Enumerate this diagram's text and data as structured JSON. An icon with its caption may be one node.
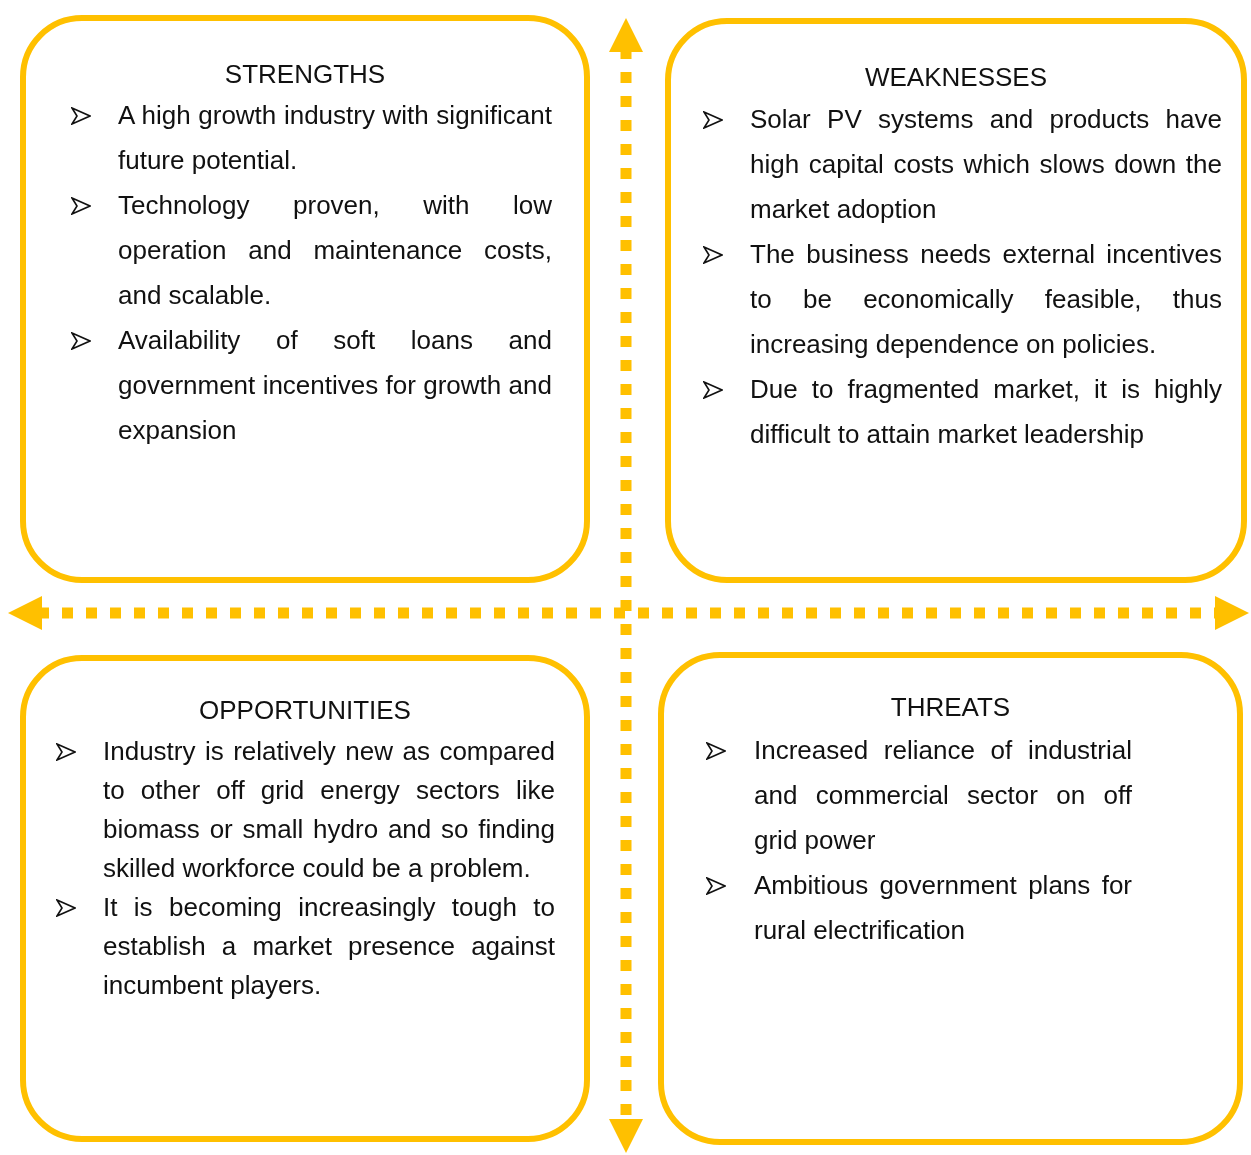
{
  "diagram": {
    "nodes": [
      {
        "text": [
          "STRENGTHS",
          "A high growth industry with significant future potential.",
          "Technology proven, with low operation and maintenance costs, and scalable.",
          "Availability of soft loans and government incentives for growth and expansion"
        ]
      },
      {
        "text": [
          "WEAKNESSES",
          "Solar PV systems and products have high capital costs which slows down the market adoption",
          "The business needs external incentives to be economically feasible, thus increasing dependence on policies.",
          "Due to fragmented market, it is highly difficult to attain market leadership"
        ]
      },
      {
        "text": [
          "OPPORTUNITIES",
          "Industry is relatively new as compared to other off grid energy sectors like biomass or small hydro and so finding skilled workforce could be a problem.",
          "It is becoming increasingly tough to establish a market presence against incumbent players."
        ]
      },
      {
        "text": [
          "THREATS",
          "Increased reliance of industrial and commercial sector on off grid power",
          "Ambitious government plans for rural electrification"
        ]
      }
    ]
  }
}
